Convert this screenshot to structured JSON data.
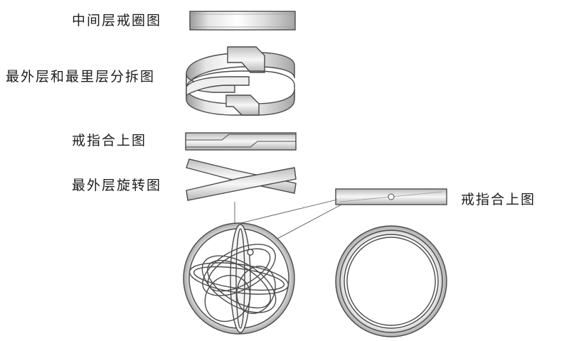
{
  "labels": {
    "middle_ring": "中间层戒圈图",
    "outer_inner_exploded": "最外层和最里层分拆图",
    "closed_top": "戒指合上图",
    "outer_rotated": "最外层旋转图",
    "closed_side": "戒指合上图"
  },
  "colors": {
    "stroke": "#4a4a4a",
    "band_light": "#f2f2f2",
    "band_mid": "#cfcfcf",
    "band_dark": "#9a9a9a"
  }
}
